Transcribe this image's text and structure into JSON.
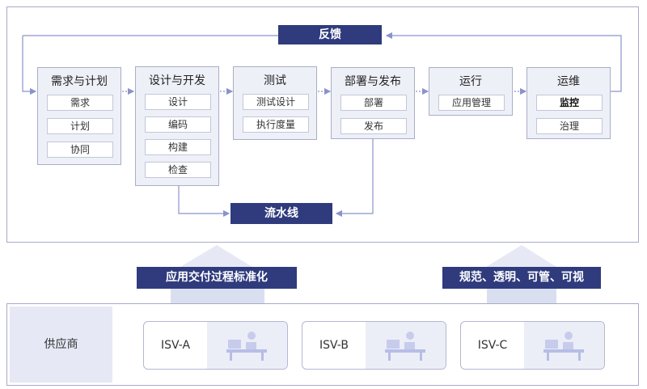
{
  "stages": [
    {
      "title": "需求与计划",
      "items": [
        "需求",
        "计划",
        "协同"
      ]
    },
    {
      "title": "设计与开发",
      "items": [
        "设计",
        "编码",
        "构建",
        "检查"
      ]
    },
    {
      "title": "测试",
      "items": [
        "测试设计",
        "执行度量"
      ]
    },
    {
      "title": "部署与发布",
      "items": [
        "部署",
        "发布"
      ]
    },
    {
      "title": "运行",
      "items": [
        "应用管理"
      ]
    },
    {
      "title": "运维",
      "items": [
        "监控",
        "治理"
      ]
    }
  ],
  "feedback_label": "反馈",
  "pipeline_label": "流水线",
  "left_banner": "应用交付过程标准化",
  "right_banner": "规范、透明、可管、可视",
  "supplier_label": "供应商",
  "isvs": [
    {
      "name": "ISV-A"
    },
    {
      "name": "ISV-B"
    },
    {
      "name": "ISV-C"
    }
  ],
  "colors": {
    "accent": "#2f3b7d",
    "line": "#8b93cc",
    "panel": "#eef0f8"
  }
}
